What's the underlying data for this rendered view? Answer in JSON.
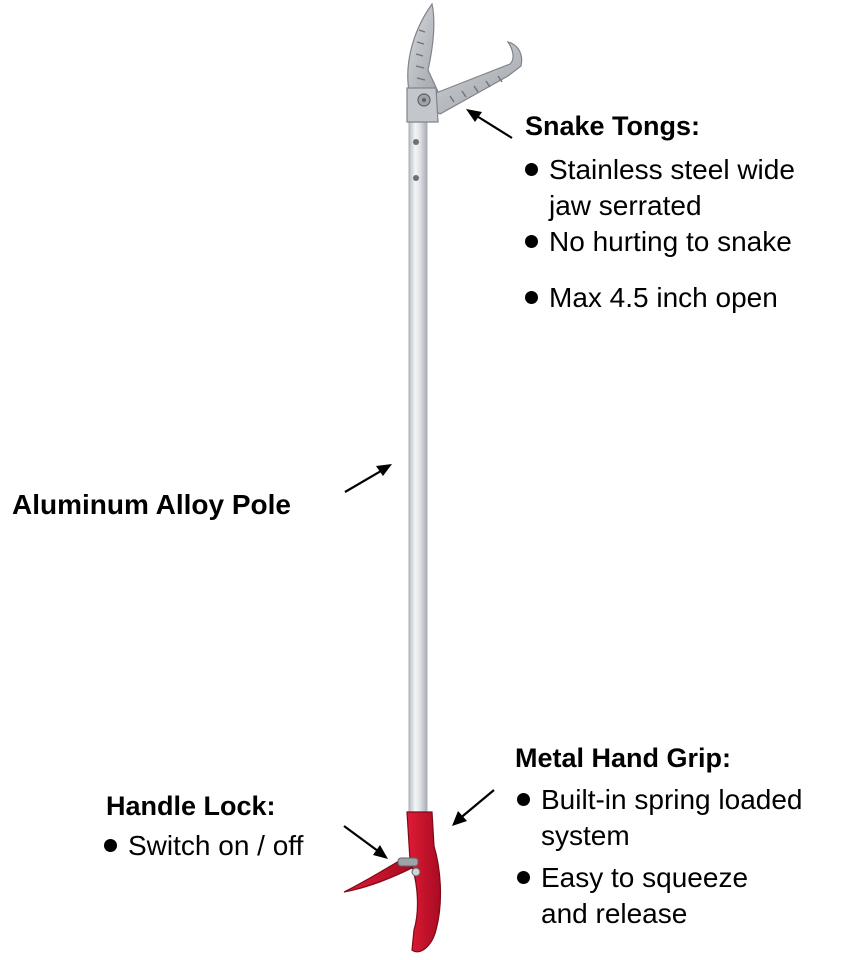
{
  "colors": {
    "pole": "#e8eaed",
    "pole_edge": "#aeb3b9",
    "steel": "#b9bec4",
    "grip": "#c8102e",
    "text": "#000000",
    "background": "#ffffff"
  },
  "snake_tongs": {
    "heading": "Snake Tongs:",
    "bullets": [
      {
        "line1": "Stainless steel wide",
        "line2": "jaw serrated"
      },
      {
        "line1": "No hurting to snake"
      },
      {
        "line1": "Max 4.5 inch open"
      }
    ]
  },
  "pole": {
    "heading": "Aluminum Alloy Pole"
  },
  "hand_grip": {
    "heading": "Metal Hand Grip:",
    "bullets": [
      {
        "line1": "Built-in spring loaded",
        "line2": "system"
      },
      {
        "line1": "Easy to squeeze",
        "line2": "and release"
      }
    ]
  },
  "handle_lock": {
    "heading": "Handle Lock:",
    "bullets": [
      {
        "line1": "Switch on / off"
      }
    ]
  }
}
